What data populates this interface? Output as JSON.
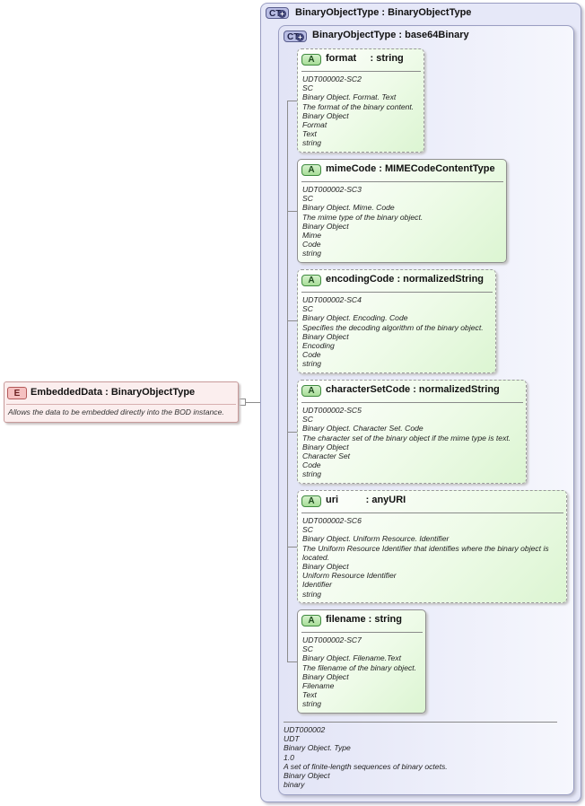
{
  "outer_type": {
    "badge": "CT",
    "title": "BinaryObjectType : BinaryObjectType"
  },
  "inner_type": {
    "badge": "CT",
    "title": "BinaryObjectType : base64Binary"
  },
  "element": {
    "badge": "E",
    "title": "EmbeddedData : BinaryObjectType",
    "doc": "Allows the data to be embedded directly into the BOD instance."
  },
  "attributes": [
    {
      "badge": "A",
      "title": "format     : string",
      "doc": [
        "UDT000002-SC2",
        "SC",
        "Binary Object. Format. Text",
        "The format of the binary content.",
        "Binary Object",
        "Format",
        "Text",
        "string"
      ]
    },
    {
      "badge": "A",
      "title": "mimeCode : MIMECodeContentType",
      "doc": [
        "UDT000002-SC3",
        "SC",
        "Binary Object. Mime. Code",
        "The mime type of the binary object.",
        "Binary Object",
        "Mime",
        "Code",
        "string"
      ]
    },
    {
      "badge": "A",
      "title": "encodingCode : normalizedString",
      "doc": [
        "UDT000002-SC4",
        "SC",
        "Binary Object. Encoding. Code",
        "Specifies the decoding algorithm of the binary object.",
        "Binary Object",
        "Encoding",
        "Code",
        "string"
      ]
    },
    {
      "badge": "A",
      "title": "characterSetCode : normalizedString",
      "doc": [
        "UDT000002-SC5",
        "SC",
        "Binary Object. Character Set. Code",
        "The character set of the binary object if the mime type is text.",
        "Binary Object",
        "Character Set",
        "Code",
        "string"
      ]
    },
    {
      "badge": "A",
      "title": "uri          : anyURI",
      "doc": [
        "UDT000002-SC6",
        "SC",
        "Binary Object. Uniform Resource. Identifier",
        "The Uniform Resource Identifier that identifies where the binary object is",
        "located.",
        "Binary Object",
        "Uniform Resource Identifier",
        "Identifier",
        "string"
      ]
    },
    {
      "badge": "A",
      "title": "filename : string",
      "doc": [
        "UDT000002-SC7",
        "SC",
        "Binary Object. Filename.Text",
        "The filename of the binary object.",
        "Binary Object",
        "Filename",
        "Text",
        "string"
      ]
    }
  ],
  "summary": [
    "UDT000002",
    "UDT",
    "Binary Object. Type",
    "1.0",
    "A set of finite-length sequences of binary octets.",
    "Binary Object",
    "binary"
  ]
}
